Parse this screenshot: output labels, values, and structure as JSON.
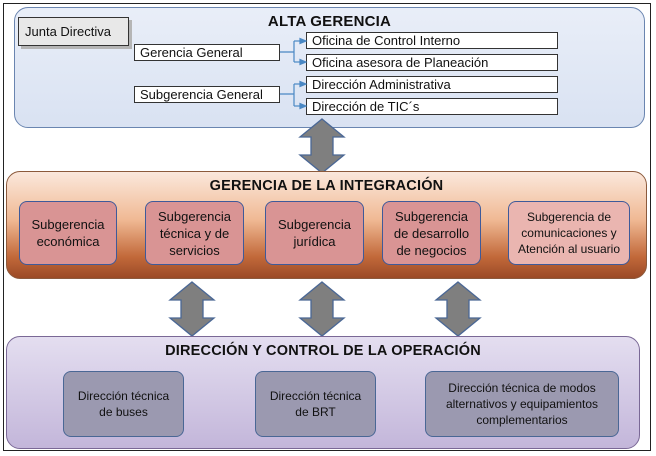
{
  "top": {
    "title": "ALTA GERENCIA",
    "junta": "Junta Directiva",
    "gerencia_general": "Gerencia General",
    "subgerencia_general": "Subgerencia General",
    "offices": [
      "Oficina de Control Interno",
      "Oficina asesora de Planeación",
      "Dirección Administrativa",
      "Dirección de TIC´s"
    ]
  },
  "middle": {
    "title": "GERENCIA DE LA INTEGRACIÓN",
    "units": [
      "Subgerencia económica",
      "Subgerencia técnica y de servicios",
      "Subgerencia jurídica",
      "Subgerencia de desarrollo de negocios",
      "Subgerencia de comunicaciones y Atención al usuario"
    ]
  },
  "bottom": {
    "title": "DIRECCIÓN Y CONTROL DE LA OPERACIÓN",
    "units": [
      "Dirección técnica de buses",
      "Dirección técnica de BRT",
      "Dirección técnica de modos alternativos y equipamientos complementarios"
    ]
  },
  "colors": {
    "top_panel": "#d9e2f2",
    "middle_panel": "#c2693a",
    "bottom_panel": "#c3b6da",
    "pink_box": "#d99494",
    "grey_box": "#9b99b0",
    "arrow": "#7f7f7f",
    "connector": "#4a88c4"
  }
}
